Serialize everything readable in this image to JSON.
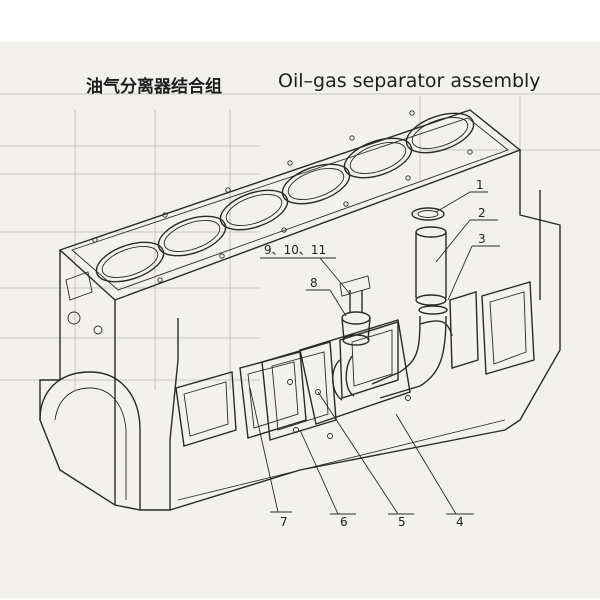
{
  "title": {
    "zh": "油气分离器结合组",
    "en": "Oil–gas separator assembly"
  },
  "callouts": [
    {
      "id": "1",
      "label": "1"
    },
    {
      "id": "2",
      "label": "2"
    },
    {
      "id": "3",
      "label": "3"
    },
    {
      "id": "4",
      "label": "4"
    },
    {
      "id": "5",
      "label": "5"
    },
    {
      "id": "6",
      "label": "6"
    },
    {
      "id": "7",
      "label": "7"
    },
    {
      "id": "8",
      "label": "8"
    },
    {
      "id": "9-11",
      "label": "9、10、11"
    }
  ],
  "colors": {
    "ink": "#2a2a2a",
    "paper": "#f3f1ee",
    "show_through": "#b9b6b2"
  }
}
